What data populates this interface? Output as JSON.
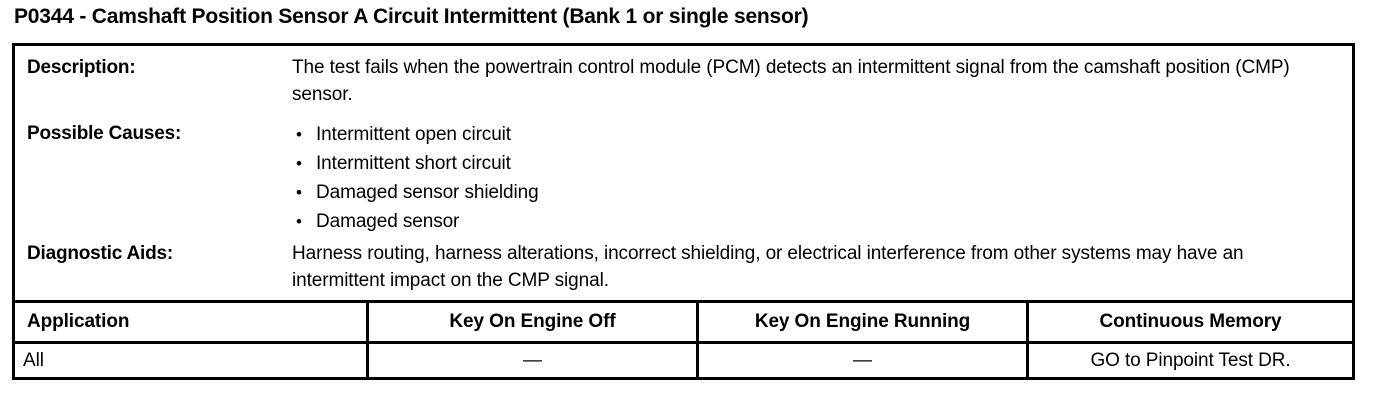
{
  "document": {
    "title": "P0344 - Camshaft Position Sensor A Circuit Intermittent (Bank 1 or single sensor)",
    "code": "P0344"
  },
  "definition": {
    "description": {
      "label": "Description:",
      "text": "The test fails when the powertrain control module (PCM) detects an intermittent signal from the camshaft position (CMP) sensor."
    },
    "possible_causes": {
      "label": "Possible Causes:",
      "bullet_glyph": "•",
      "items": [
        "Intermittent open circuit",
        "Intermittent short circuit",
        "Damaged sensor shielding",
        "Damaged sensor"
      ]
    },
    "diagnostic_aids": {
      "label": "Diagnostic Aids:",
      "text": "Harness routing, harness alterations, incorrect shielding, or electrical interference from other systems may have an intermittent impact on the CMP signal."
    }
  },
  "results_table": {
    "headers": [
      "Application",
      "Key On Engine Off",
      "Key On Engine Running",
      "Continuous Memory"
    ],
    "rows": [
      {
        "application": "All",
        "key_on_engine_off": "—",
        "key_on_engine_running": "—",
        "continuous_memory": "GO to Pinpoint Test DR."
      }
    ]
  },
  "style": {
    "ink_color": "#000000",
    "paper_color": "#ffffff"
  }
}
